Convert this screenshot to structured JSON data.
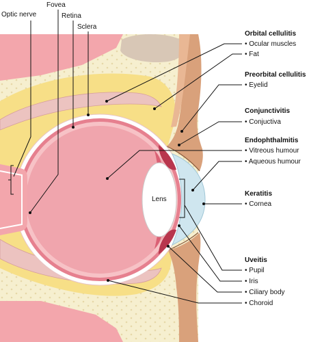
{
  "top_labels": {
    "optic_nerve": "Optic nerve",
    "fovea": "Fovea",
    "retina": "Retina",
    "sclera": "Sclera"
  },
  "lens_label": "Lens",
  "conditions": [
    {
      "title": "Orbital cellulitis",
      "items": [
        "• Ocular muscles",
        "• Fat"
      ]
    },
    {
      "title": "Preorbital cellulitis",
      "items": [
        "• Eyelid"
      ]
    },
    {
      "title": "Conjunctivitis",
      "items": [
        "• Conjuctiva"
      ]
    },
    {
      "title": "Endophthalmitis",
      "items": [
        "• Vitreous humour",
        "• Aqueous humour"
      ]
    },
    {
      "title": "Keratitis",
      "items": [
        "• Cornea"
      ]
    },
    {
      "title": "Uveitis",
      "items": [
        "• Pupil",
        "• Iris",
        "• Ciliary body",
        "• Choroid"
      ]
    }
  ],
  "colors": {
    "tissue_pink": "#f3a6ac",
    "fat_yellow": "#f7df87",
    "bone_cream": "#f6efcf",
    "skin_tan": "#d9a17b",
    "vitreous": "#f0a5ad",
    "retina_red": "#d6536a",
    "sclera_white": "#ffffff",
    "cornea_blue": "#cfe6ef",
    "muscle": "#ecc3c0",
    "iris_dark": "#b8364d"
  }
}
